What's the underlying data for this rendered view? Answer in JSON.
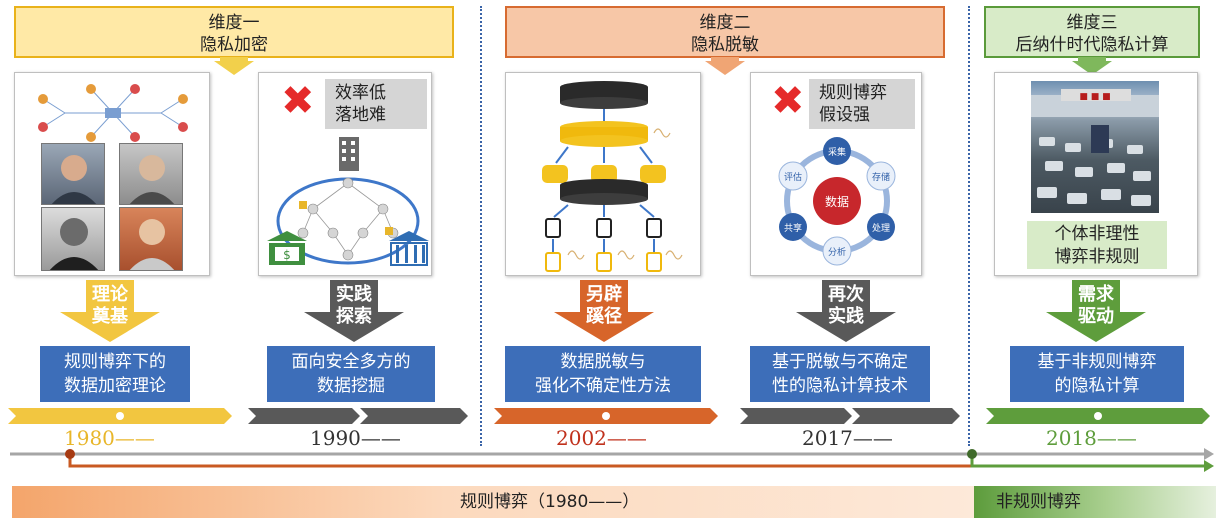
{
  "dimensions": [
    {
      "title": "维度一",
      "subtitle": "隐私加密",
      "fill": "#ffe9a6",
      "border": "#e9b21a",
      "arrow": "#f2d04b"
    },
    {
      "title": "维度二",
      "subtitle": "隐私脱敏",
      "fill": "#f7c7a7",
      "border": "#d76b31",
      "arrow": "#f0a574"
    },
    {
      "title": "维度三",
      "subtitle": "后纳什时代隐私计算",
      "fill": "#d8ebc8",
      "border": "#5a9a3a",
      "arrow": "#7fb85c"
    }
  ],
  "panel_tags": {
    "p2": {
      "line1": "效率低",
      "line2": "落地难"
    },
    "p4": {
      "line1": "规则博弈",
      "line2": "假设强"
    },
    "p5": {
      "line1": "个体非理性",
      "line2": "博弈非规则"
    }
  },
  "cycle": {
    "center": "数据",
    "nodes": [
      "采集",
      "存储",
      "处理",
      "分析",
      "共享",
      "评估"
    ]
  },
  "bank_symbol": "$",
  "transitions": [
    {
      "line1": "理论",
      "line2": "奠基",
      "color": "#f2c640"
    },
    {
      "line1": "实践",
      "line2": "探索",
      "color": "#595959"
    },
    {
      "line1": "另辟",
      "line2": "蹊径",
      "color": "#d7652a"
    },
    {
      "line1": "再次",
      "line2": "实践",
      "color": "#595959"
    },
    {
      "line1": "需求",
      "line2": "驱动",
      "color": "#5e9d3c"
    }
  ],
  "stages": [
    {
      "line1": "规则博弈下的",
      "line2": "数据加密理论"
    },
    {
      "line1": "面向安全多方的",
      "line2": "数据挖掘"
    },
    {
      "line1": "数据脱敏与",
      "line2": "强化不确定性方法"
    },
    {
      "line1": "基于脱敏与不确定",
      "line2": "性的隐私计算技术"
    },
    {
      "line1": "基于非规则博弈",
      "line2": "的隐私计算"
    }
  ],
  "years": [
    {
      "label": "1980——",
      "color": "#e8b62a"
    },
    {
      "label": "1990——",
      "color": "#333333"
    },
    {
      "label": "2002——",
      "color": "#c0311c"
    },
    {
      "label": "2017——",
      "color": "#333333"
    },
    {
      "label": "2018——",
      "color": "#5e9d3c"
    }
  ],
  "bottom": {
    "left_label": "规则博弈（1980——）",
    "right_label": "非规则博弈"
  },
  "colors": {
    "blue_box": "#3d6eb9",
    "timeline_gray": "#a6a6a6",
    "timeline_orange": "#c95a22",
    "timeline_green": "#5e9d3c",
    "dashed_divider": "#3a64a8"
  }
}
